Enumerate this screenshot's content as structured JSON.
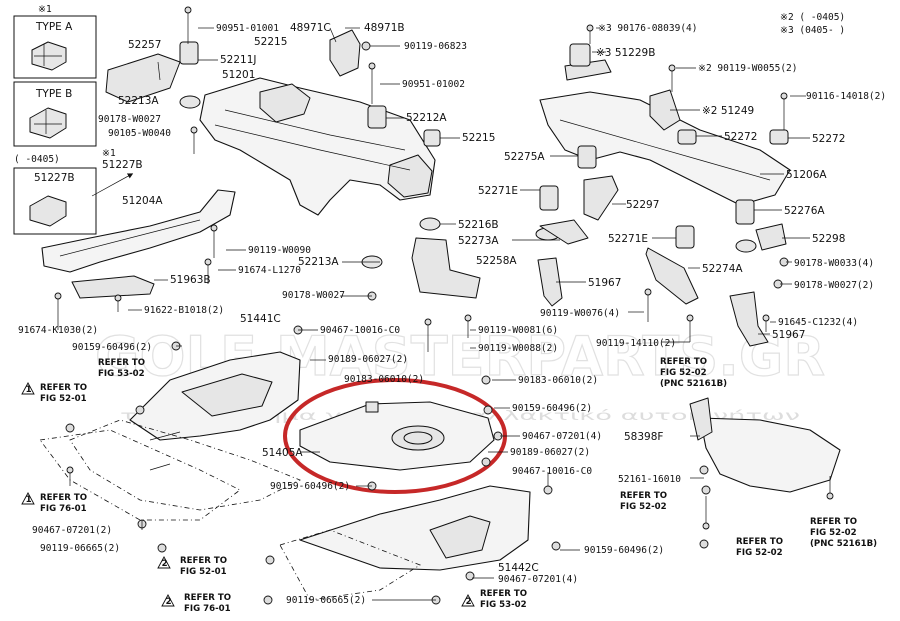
{
  "notes": {
    "type_a_ref": "※1",
    "type_a": "TYPE A",
    "type_b": "TYPE B",
    "note2": "※2 (      -0405)",
    "note3": "※3 (0405-      )",
    "range_box": "(     -0405)",
    "ref_51227b_top": "※1",
    "ref_51227b_box": "51227B"
  },
  "watermark": {
    "brand": "GOLF MASTERPARTS.GR",
    "tagline": "το κατάστημα για το ανταλλακτικό αυτοκινήτων"
  },
  "highlight_color": "#c62828",
  "labels": {
    "p90951_01001": "90951-01001",
    "p48971c": "48971C",
    "p48971b": "48971B",
    "p90119_06823": "90119-06823",
    "p52257": "52257",
    "p52215_top": "52215",
    "p52211j": "52211J",
    "p51201": "51201",
    "p90951_01002": "90951-01002",
    "p52213a_top": "52213A",
    "p52212a": "52212A",
    "p90178_w0027_a": "90178-W0027",
    "p90105_w0040": "90105-W0040",
    "p52215_mid": "52215",
    "p51227b": "51227B",
    "p51204a": "51204A",
    "p52216b": "52216B",
    "p52273a": "52273A",
    "p90119_w0090": "90119-W0090",
    "p52213a_mid": "52213A",
    "p52258a": "52258A",
    "p91674_l1270": "91674-L1270",
    "p51963b": "51963B",
    "p90178_w0027_b": "90178-W0027",
    "p91622_b1018": "91622-B1018(2)",
    "p91674_k1030": "91674-K1030(2)",
    "p51441c": "51441C",
    "p90467_10016_c0_a": "90467-10016-C0",
    "p90159_60496_a": "90159-60496(2)",
    "p90189_06027_a": "90189-06027(2)",
    "p90119_w0081": "90119-W0081(6)",
    "p90119_w0088": "90119-W0088(2)",
    "p90183_06010_a": "90183-06010(2)",
    "p90183_06010_b": "90183-06010(2)",
    "p90159_60496_b": "90159-60496(2)",
    "p51405a": "51405A",
    "p90467_07201_a": "90467-07201(4)",
    "p90189_06027_b": "90189-06027(2)",
    "p90159_60496_c": "90159-60496(2)",
    "p90467_10016_c0_b": "90467-10016-C0",
    "p90467_07201_b": "90467-07201(2)",
    "p90119_06665_a": "90119-06665(2)",
    "p90159_60496_d": "90159-60496(2)",
    "p51442c": "51442C",
    "p90467_07201_c": "90467-07201(4)",
    "p90119_06665_b": "90119-06665(2)",
    "p90176_08039": "※3 90176-08039(4)",
    "p51229b": "※3 51229B",
    "p90119_w0055": "※2 90119-W0055(2)",
    "p90116_14018": "90116-14018(2)",
    "p51249": "※2 51249",
    "p52272_a": "52272",
    "p52272_b": "52272",
    "p52275a": "52275A",
    "p51206a": "51206A",
    "p52271e_a": "52271E",
    "p52297": "52297",
    "p52276a": "52276A",
    "p52271e_b": "52271E",
    "p52298": "52298",
    "p51967_a": "51967",
    "p52274a": "52274A",
    "p90178_w0033": "90178-W0033(4)",
    "p90178_w0027_c": "90178-W0027(2)",
    "p90119_w0076": "90119-W0076(4)",
    "p90119_14110": "90119-14110(2)",
    "p91645_c1232": "91645-C1232(4)",
    "p51967_b": "51967",
    "p58398f": "58398F",
    "p52161_16010": "52161-16010",
    "p52161b_pnc": "(PNC 52161B)"
  },
  "refs": {
    "r1": "REFER TO\nFIG 53-02",
    "r2": "REFER TO\nFIG 52-01",
    "r3": "REFER TO\nFIG 76-01",
    "r4": "REFER TO\nFIG 52-01",
    "r5": "REFER TO\nFIG 76-01",
    "r6": "REFER TO\nFIG 53-02",
    "r7": "REFER TO\nFIG 52-02\n(PNC 52161B)",
    "r8": "REFER TO\nFIG 52-02",
    "r9": "REFER TO\nFIG 52-02",
    "r10": "REFER TO\nFIG 52-02\n(PNC 52161B)"
  },
  "ref_marks": {
    "r2": "1",
    "r3": "1",
    "r4": "2",
    "r5": "2",
    "r6": "2"
  }
}
